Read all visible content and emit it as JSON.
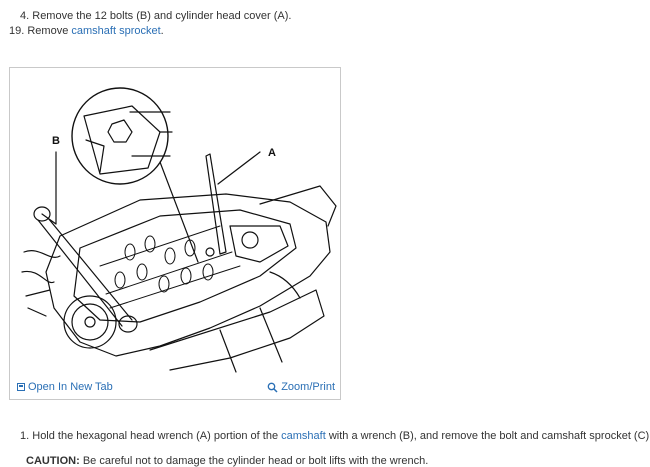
{
  "steps": {
    "step4": {
      "number": "4.",
      "text": "Remove the 12 bolts (B) and cylinder head cover (A)."
    },
    "step19": {
      "number": "19.",
      "text_before": "Remove ",
      "link": "camshaft sprocket",
      "text_after": "."
    },
    "step1": {
      "number": "1.",
      "text_before": "Hold the hexagonal head wrench (A) portion of the ",
      "link": "camshaft",
      "text_after": " with a wrench (B), and remove the bolt and camshaft sprocket (C)."
    },
    "caution": {
      "label": "CAUTION:",
      "text": " Be careful not to damage the cylinder head or bolt lifts with the wrench."
    }
  },
  "figure": {
    "labels": {
      "a": "A",
      "b": "B"
    },
    "open_tab": "Open In New Tab",
    "zoom_print": "Zoom/Print",
    "icons": {
      "open_tab": "new-tab-icon",
      "zoom": "magnifier-icon"
    }
  },
  "colors": {
    "link": "#2a6fb5",
    "text": "#333333",
    "border": "#c9c9c9"
  }
}
